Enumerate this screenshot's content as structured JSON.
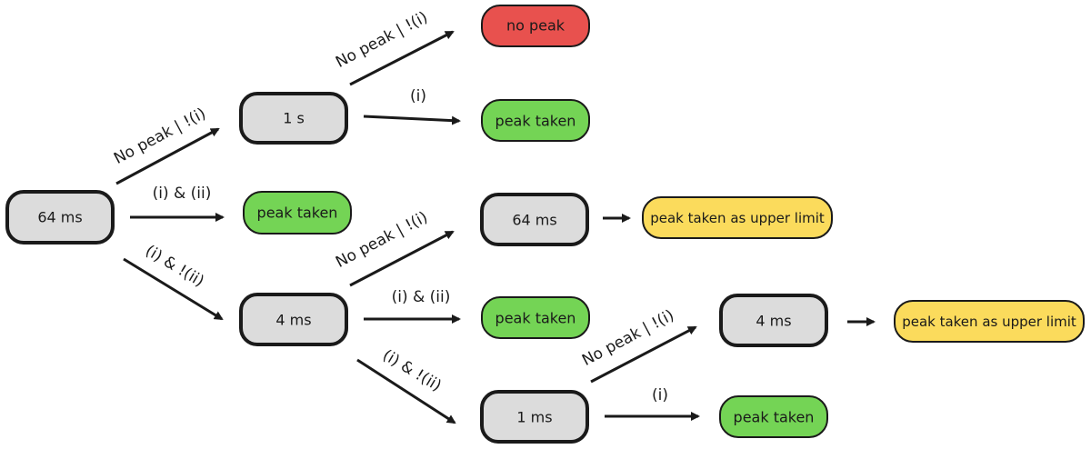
{
  "nodes": {
    "root_64ms": "64 ms",
    "n_1s": "1 s",
    "n_4ms": "4 ms",
    "n_64ms_b": "64 ms",
    "n_4ms_b": "4 ms",
    "n_1ms": "1 ms"
  },
  "results": {
    "no_peak": "no peak",
    "peak_taken_1": "peak taken",
    "peak_taken_2": "peak taken",
    "peak_taken_3": "peak taken",
    "peak_taken_4": "peak taken",
    "upper_limit_1": "peak taken as upper limit",
    "upper_limit_2": "peak taken as upper limit"
  },
  "edges": {
    "root_to_1s": "No peak | !(i)",
    "root_to_peak": "(i) & (ii)",
    "root_to_4ms": "(i) & !(ii)",
    "s1_to_nopeak": "No peak | !(i)",
    "s1_to_peak": "(i)",
    "ms4_to_64ms": "No peak | !(i)",
    "ms4_to_peak": "(i) & (ii)",
    "ms4_to_1ms": "(i) & !(ii)",
    "ms1_to_4ms": "No peak | !(i)",
    "ms1_to_peak": "(i)"
  },
  "colors": {
    "node_fill": "#dcdcdc",
    "no_peak": "#e8514e",
    "peak_taken": "#74d455",
    "upper_limit": "#fbdb5c"
  }
}
